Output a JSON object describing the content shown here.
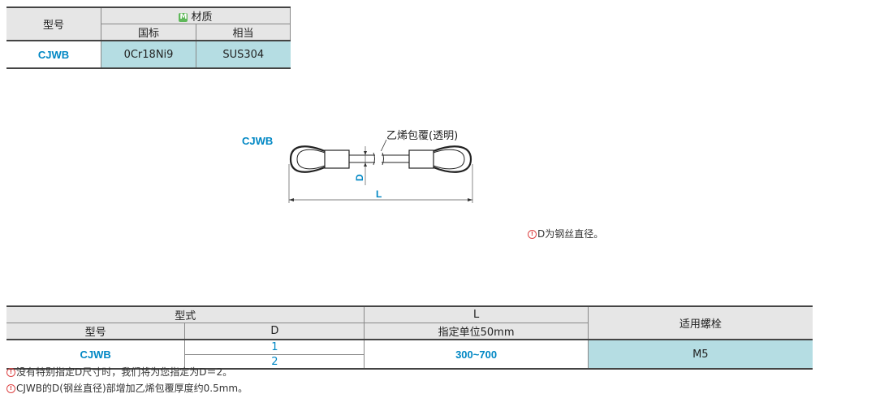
{
  "material_table": {
    "model_header": "型号",
    "material_badge": "M",
    "material_header": "材质",
    "gb_header": "国标",
    "equiv_header": "相当",
    "model": "CJWB",
    "gb_value": "0Cr18Ni9",
    "equiv_value": "SUS304"
  },
  "diagram": {
    "label": "CJWB",
    "coating_label": "乙烯包覆(透明)",
    "dim_d": "D",
    "dim_l": "L"
  },
  "note_d": {
    "icon": "!",
    "text": "D为钢丝直径。"
  },
  "spec_table": {
    "type_header": "型式",
    "model_header": "型号",
    "d_header": "D",
    "l_header": "L",
    "l_sub": "指定单位50mm",
    "bolt_header": "适用螺栓",
    "model": "CJWB",
    "d_values": [
      "1",
      "2"
    ],
    "l_value": "300~700",
    "bolt_value": "M5"
  },
  "footnotes": [
    {
      "icon": "!",
      "text": "没有特别指定D尺寸时，我们将为您指定为D＝2。"
    },
    {
      "icon": "!",
      "text": "CJWB的D(钢丝直径)部增加乙烯包覆厚度约0.5mm。"
    }
  ],
  "colors": {
    "accent_blue": "#0087c4",
    "cell_cyan": "#b5dde3",
    "header_gray": "#e6e6e6",
    "badge_green": "#5fb85a",
    "warn_red": "#d44444"
  }
}
